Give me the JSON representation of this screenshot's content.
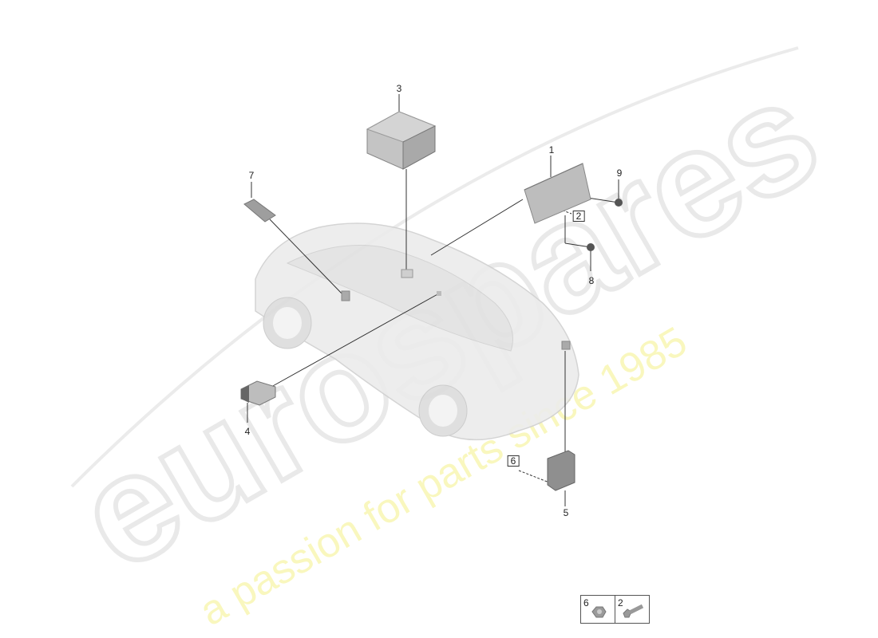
{
  "diagram": {
    "type": "exploded-parts-diagram",
    "subject": "vehicle electronics components with car overview"
  },
  "watermark": {
    "brand": "eurospares",
    "tagline": "a passion for parts since 1985",
    "brand_color": "#e8e8e8",
    "tagline_color": "#f5f28a"
  },
  "callouts": [
    {
      "id": "1",
      "label": "1",
      "boxed": false
    },
    {
      "id": "2",
      "label": "2",
      "boxed": true
    },
    {
      "id": "3",
      "label": "3",
      "boxed": false
    },
    {
      "id": "4",
      "label": "4",
      "boxed": false
    },
    {
      "id": "5",
      "label": "5",
      "boxed": false
    },
    {
      "id": "6",
      "label": "6",
      "boxed": true
    },
    {
      "id": "7",
      "label": "7",
      "boxed": false
    },
    {
      "id": "8",
      "label": "8",
      "boxed": false
    },
    {
      "id": "9",
      "label": "9",
      "boxed": false
    }
  ],
  "legend": {
    "items": [
      {
        "label": "6",
        "icon": "hex-nut-icon"
      },
      {
        "label": "2",
        "icon": "bolt-icon"
      }
    ]
  }
}
